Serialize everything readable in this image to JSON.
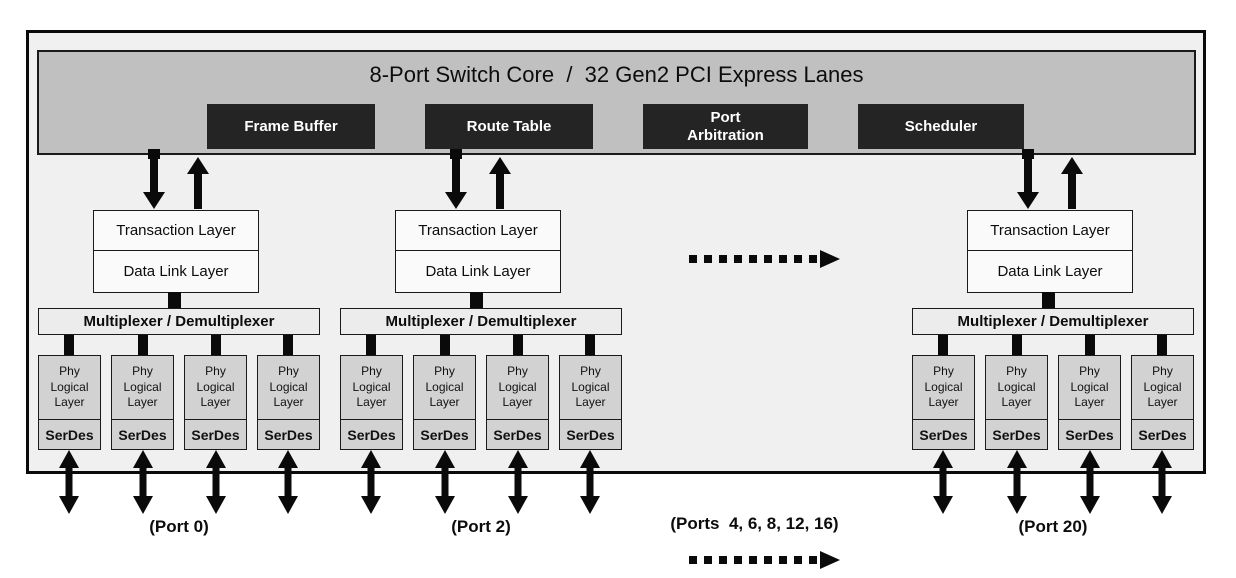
{
  "core": {
    "title": "8-Port Switch Core  /  32 Gen2 PCI Express Lanes",
    "modules": [
      "Frame Buffer",
      "Route Table",
      "Port Arbitration",
      "Scheduler"
    ]
  },
  "layers": {
    "transaction": "Transaction Layer",
    "data_link": "Data Link Layer",
    "mux": "Multiplexer / Demultiplexer",
    "phy": "Phy Logical Layer",
    "serdes": "SerDes"
  },
  "groups": [
    {
      "port_label": "(Port 0)"
    },
    {
      "port_label": "(Port 2)"
    },
    {
      "port_label": "(Port 20)"
    }
  ],
  "ellipsis": {
    "label": "(Ports  4, 6, 8, 12, 16)"
  },
  "colors": {
    "core_bar_bg": "#c0c0c0",
    "module_bg": "#242424",
    "module_text": "#ffffff",
    "panel_bg": "#f0f0f0",
    "phy_box_bg": "#d2d2d2",
    "mux_box_bg": "#ececec",
    "layer_box_bg": "#fafafa",
    "line_color": "#0a0a0a"
  }
}
